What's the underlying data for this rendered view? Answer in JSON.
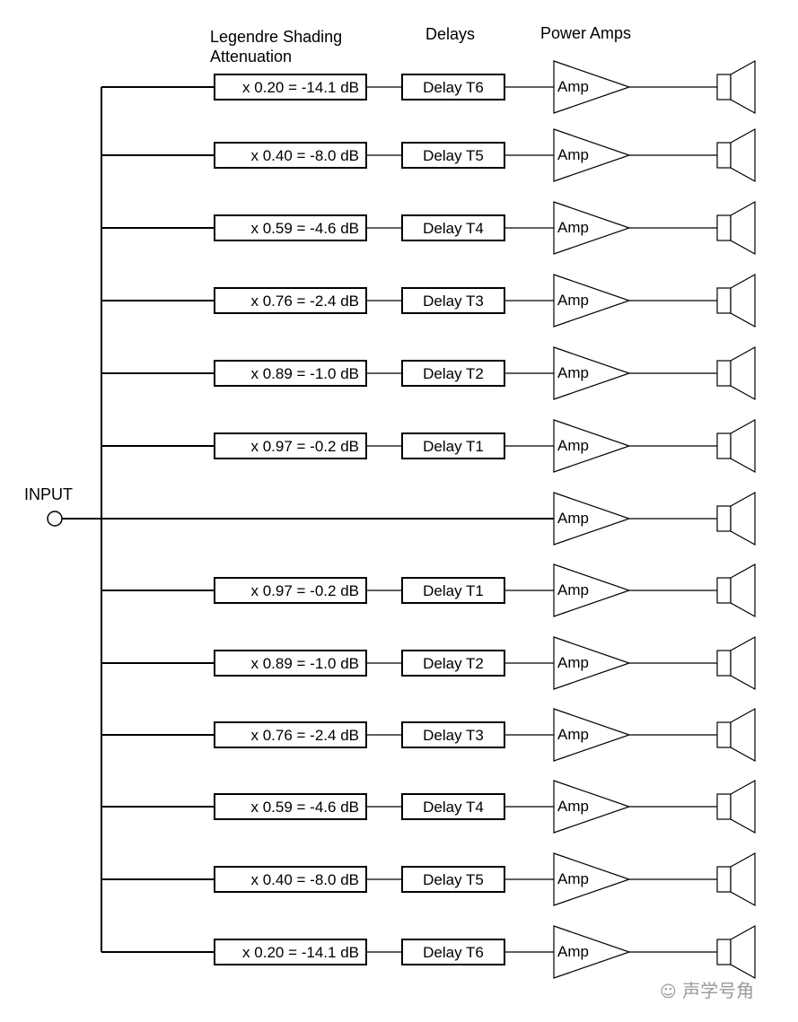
{
  "headers": {
    "shading_line1": "Legendre Shading",
    "shading_line2": "Attenuation",
    "delays": "Delays",
    "power_amps": "Power Amps"
  },
  "input_label": "INPUT",
  "amp_label": "Amp",
  "channels": [
    {
      "gain": "x 0.20 = -14.1 dB",
      "delay": "Delay T6"
    },
    {
      "gain": "x 0.40 = -8.0 dB",
      "delay": "Delay T5"
    },
    {
      "gain": "x 0.59 = -4.6 dB",
      "delay": "Delay T4"
    },
    {
      "gain": "x 0.76 = -2.4 dB",
      "delay": "Delay T3"
    },
    {
      "gain": "x 0.89 = -1.0 dB",
      "delay": "Delay T2"
    },
    {
      "gain": "x 0.97 = -0.2 dB",
      "delay": "Delay T1"
    },
    {
      "gain": null,
      "delay": null
    },
    {
      "gain": "x 0.97 = -0.2 dB",
      "delay": "Delay T1"
    },
    {
      "gain": "x 0.89 = -1.0 dB",
      "delay": "Delay T2"
    },
    {
      "gain": "x 0.76 = -2.4 dB",
      "delay": "Delay T3"
    },
    {
      "gain": "x 0.59 = -4.6 dB",
      "delay": "Delay T4"
    },
    {
      "gain": "x 0.40 = -8.0 dB",
      "delay": "Delay T5"
    },
    {
      "gain": "x 0.20 = -14.1 dB",
      "delay": "Delay T6"
    }
  ],
  "watermark": "声学号角"
}
